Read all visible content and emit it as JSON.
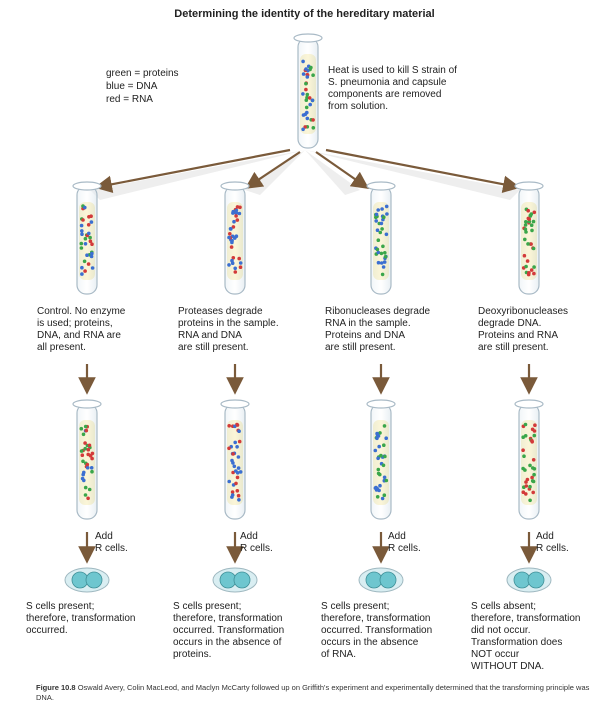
{
  "title": "Determining the identity of the hereditary material",
  "legend": [
    "green = proteins",
    "blue = DNA",
    "red = RNA"
  ],
  "top_description": "Heat is used to kill S strain of\nS. pneumonia and capsule\ncomponents are removed\nfrom solution.",
  "steps": [
    "Control. No enzyme\nis used; proteins,\nDNA, and RNA are\nall present.",
    "Proteases degrade\nproteins in the sample.\nRNA and DNA\nare still present.",
    "Ribonucleases degrade\nRNA in the sample.\nProteins and DNA\nare still present.",
    "Deoxyribonucleases\ndegrade DNA.\nProteins and RNA\nare still present."
  ],
  "add_label": "Add\nR cells.",
  "results": [
    "S cells present;\ntherefore, transformation\noccurred.",
    "S cells present;\ntherefore, transformation\noccurred. Transformation\noccurs in the absence of\nproteins.",
    "S cells present;\ntherefore, transformation\noccurred. Transformation\noccurs in the absence\nof RNA.",
    "S cells absent;\ntherefore, transformation\ndid not occur.\nTransformation does\nNOT occur\nWITHOUT DNA."
  ],
  "caption_label": "Figure 10.8",
  "caption_text": " Oswald Avery, Colin MacLeod, and Maclyn McCarty followed up on Griffith's experiment and experimentally determined that the transforming principle was DNA.",
  "colors": {
    "protein": "#3aa64a",
    "dna": "#3b6fd1",
    "rna": "#d33a3a",
    "liquid": "#f6eaa8",
    "arrow": "#7a5a3a",
    "cell": "#6ec6cf"
  }
}
